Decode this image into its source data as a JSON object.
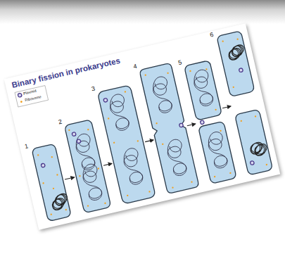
{
  "diagram": {
    "title": "Binary fission in prokaryotes",
    "labels": [
      "1",
      "2",
      "3",
      "4",
      "5",
      "6"
    ],
    "legend": [
      {
        "text": "Plasmid"
      },
      {
        "text": "Ribosome"
      }
    ]
  }
}
